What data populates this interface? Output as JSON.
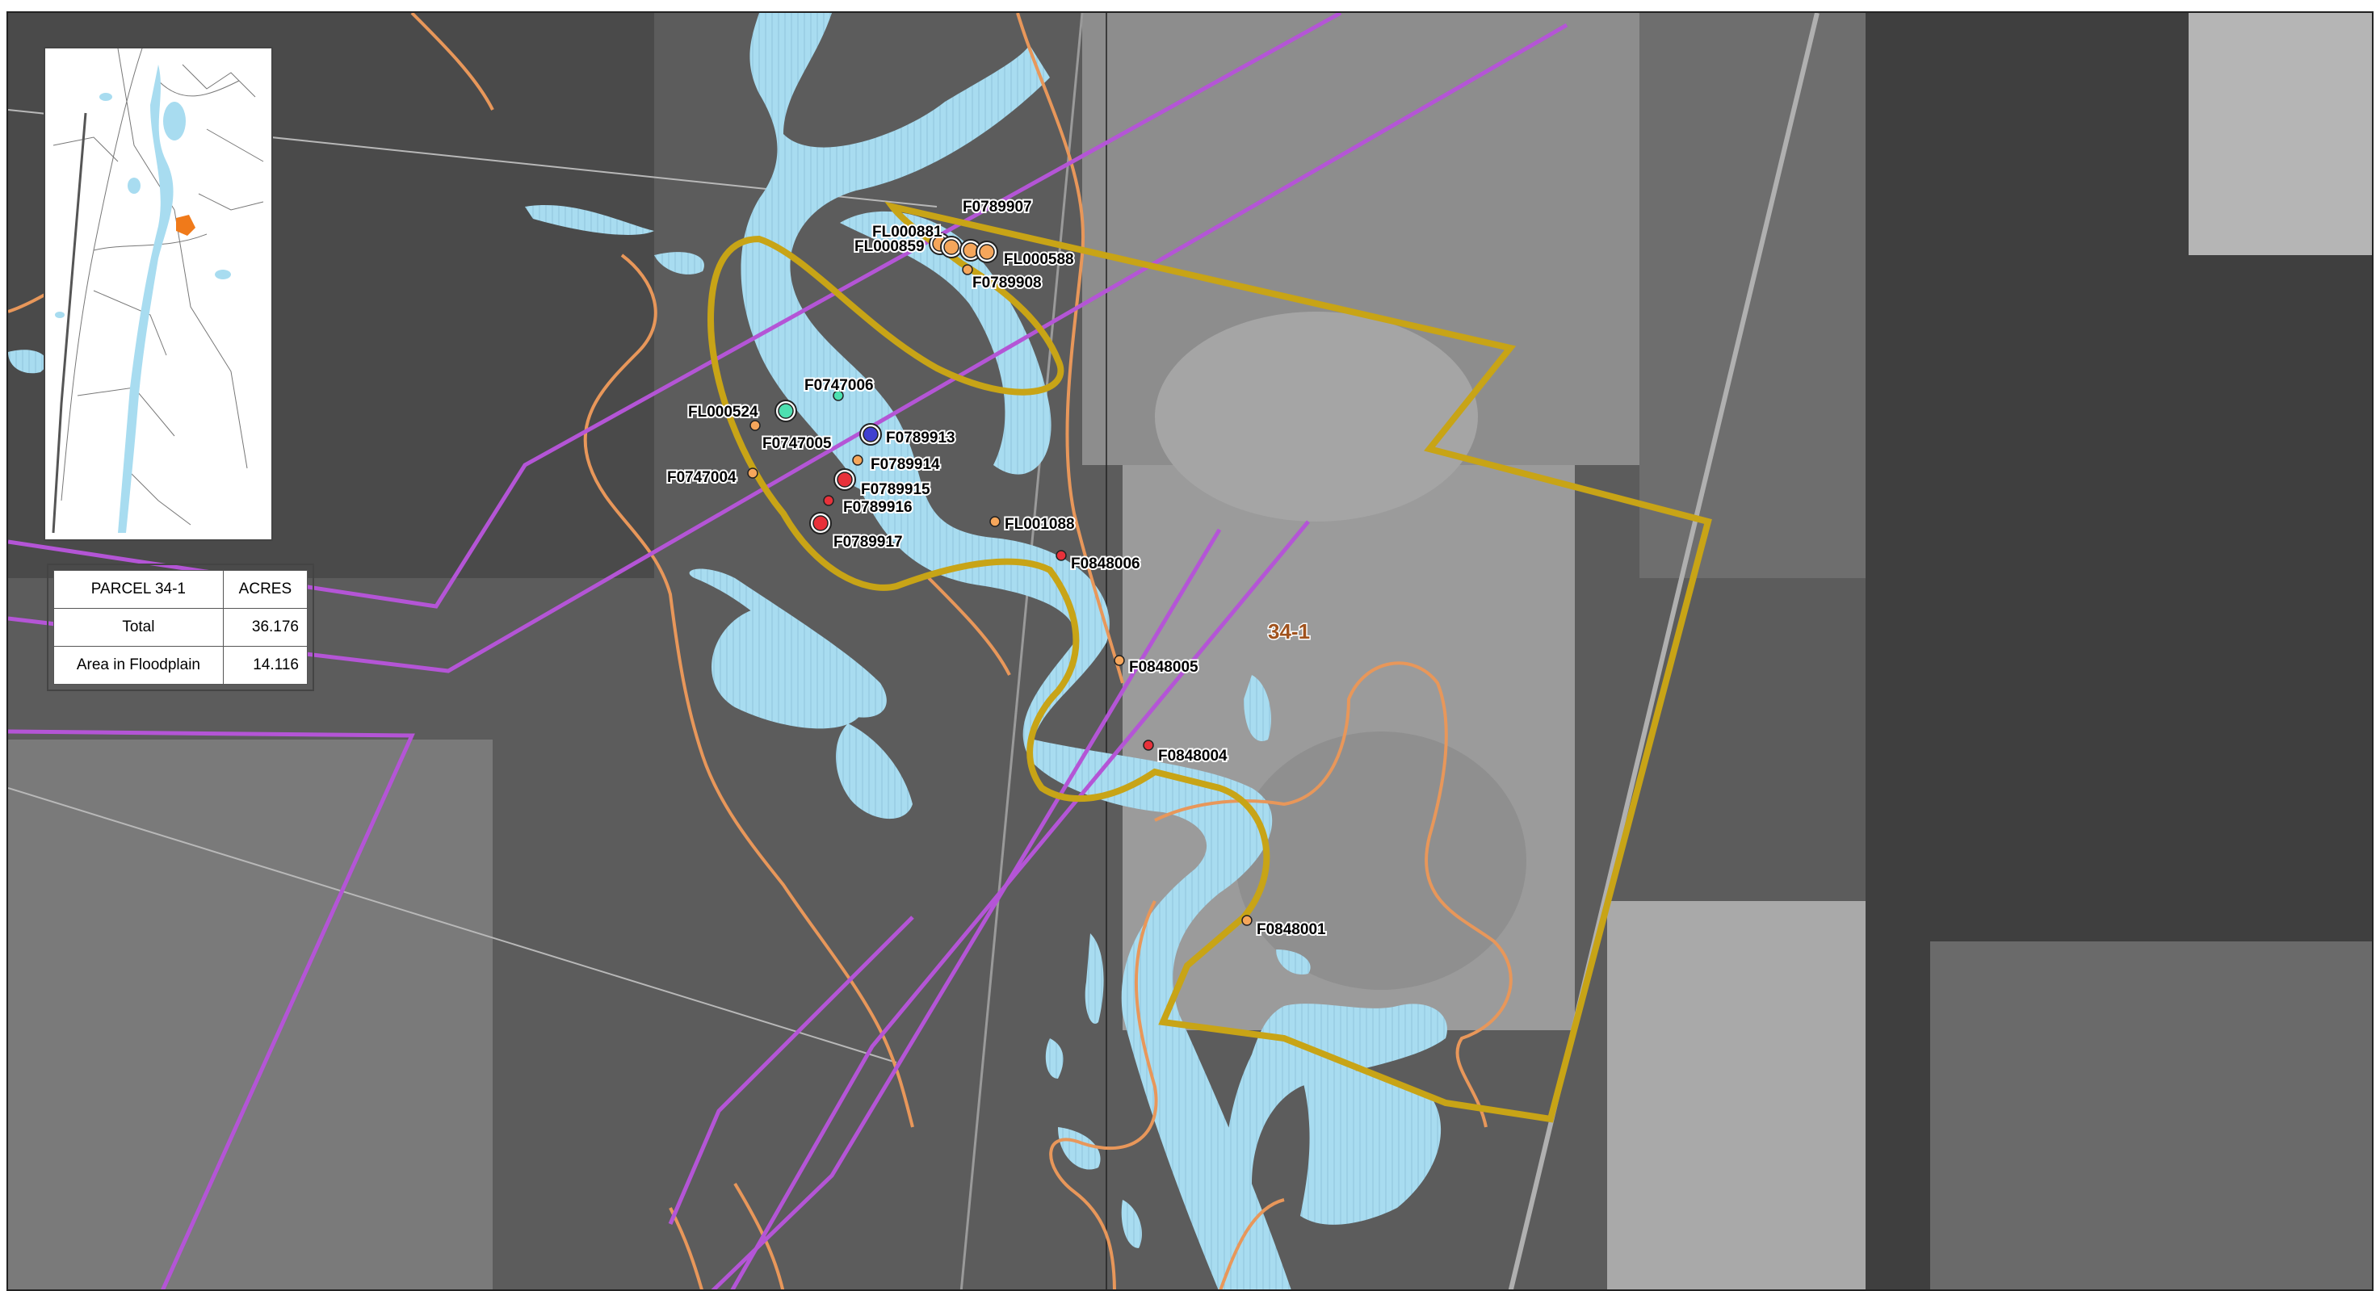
{
  "parcel_label": "34-1",
  "table": {
    "header": {
      "name": "PARCEL 34-1",
      "acres": "ACRES"
    },
    "rows": [
      {
        "label": "Total",
        "value": "36.176"
      },
      {
        "label": "Area in Floodplain",
        "value": "14.116"
      }
    ]
  },
  "colors": {
    "parcel_boundary": "#c8a416",
    "utility_corridor": "#b455d6",
    "floodplain_contour": "#e8975a",
    "water": "#a8dcf0",
    "sample_orange": "#f5a65b",
    "sample_red": "#e8313a",
    "sample_teal": "#4de0b0",
    "sample_blue": "#4040d0"
  },
  "sample_points": [
    {
      "id": "FL000881",
      "color": "#f5a65b",
      "size": "large"
    },
    {
      "id": "FL000859",
      "color": "#f5a65b",
      "size": "large"
    },
    {
      "id": "F0789907",
      "color": "#f5a65b",
      "size": "large"
    },
    {
      "id": "FL000588",
      "color": "#f5a65b",
      "size": "large"
    },
    {
      "id": "F0789908",
      "color": "#f5a65b",
      "size": "small"
    },
    {
      "id": "F0747006",
      "color": "#4de0b0",
      "size": "small"
    },
    {
      "id": "FL000524",
      "color": "#4de0b0",
      "size": "large"
    },
    {
      "id": "F0747005",
      "color": "#f5a65b",
      "size": "small"
    },
    {
      "id": "F0789913",
      "color": "#4040d0",
      "size": "large"
    },
    {
      "id": "F0747004",
      "color": "#f5a65b",
      "size": "small"
    },
    {
      "id": "F0789914",
      "color": "#f5a65b",
      "size": "small"
    },
    {
      "id": "F0789915",
      "color": "#e8313a",
      "size": "large"
    },
    {
      "id": "F0789916",
      "color": "#e8313a",
      "size": "small"
    },
    {
      "id": "F0789917",
      "color": "#e8313a",
      "size": "large"
    },
    {
      "id": "FL001088",
      "color": "#f5a65b",
      "size": "small"
    },
    {
      "id": "F0848006",
      "color": "#e8313a",
      "size": "small"
    },
    {
      "id": "F0848005",
      "color": "#f5a65b",
      "size": "small"
    },
    {
      "id": "F0848004",
      "color": "#e8313a",
      "size": "small"
    },
    {
      "id": "F0848001",
      "color": "#f5a65b",
      "size": "small"
    }
  ]
}
